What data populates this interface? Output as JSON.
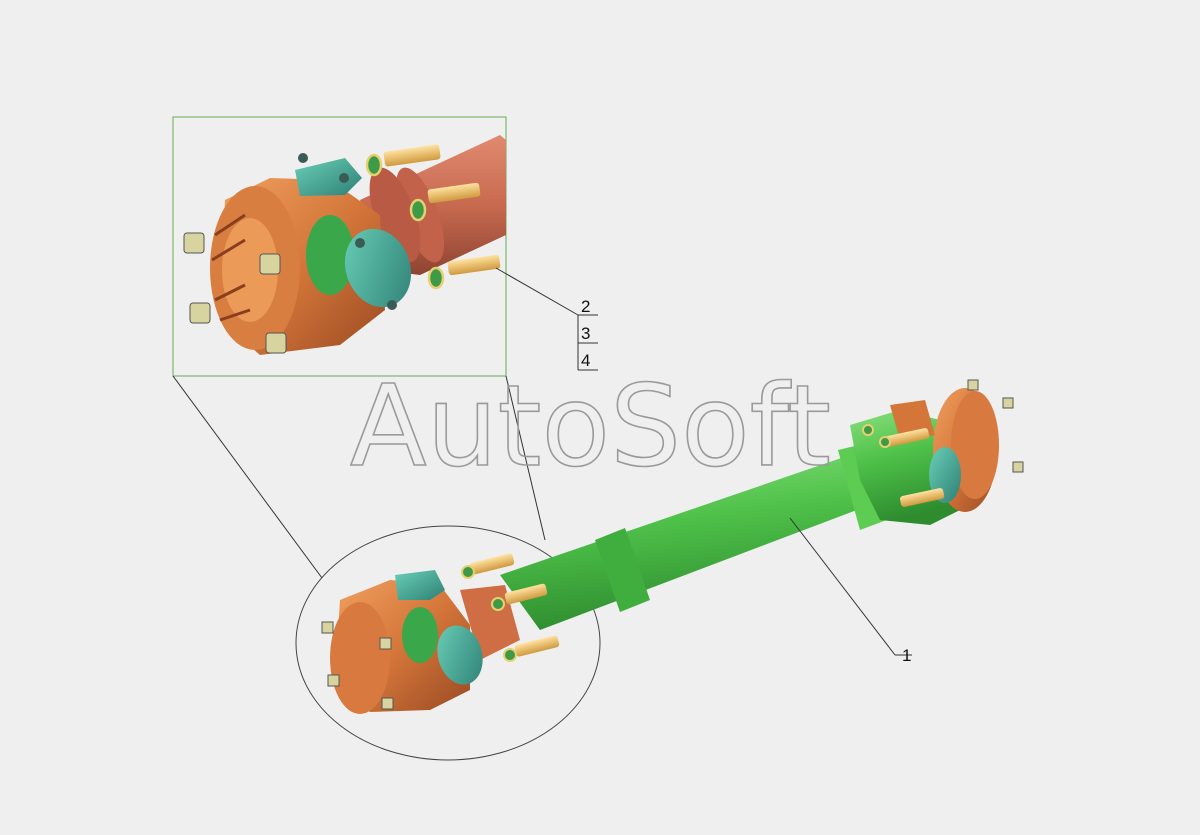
{
  "watermark": "AutoSoft",
  "callouts": [
    {
      "id": "1",
      "label": "1"
    },
    {
      "id": "2",
      "label": "2"
    },
    {
      "id": "3",
      "label": "3"
    },
    {
      "id": "4",
      "label": "4"
    }
  ],
  "colors": {
    "background": "#efefef",
    "shaft_green": "#4fc24a",
    "flange_orange": "#d4763a",
    "bearing_cap_teal": "#3a9a8a",
    "bolt_yellow": "#f0c060",
    "inset_border_green": "#7db86a"
  }
}
